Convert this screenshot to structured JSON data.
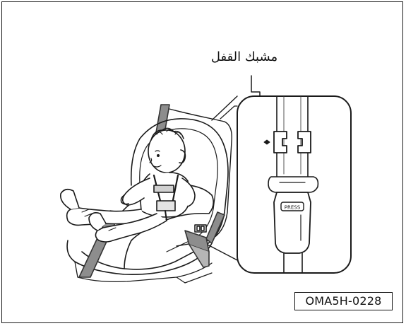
{
  "figure": {
    "callout_label": "مشبك القفل",
    "figure_code": "OMA5H-0228",
    "buckle_button_text": "PRESS"
  },
  "icons": {
    "child_seat": "child-seat-illustration",
    "lock_clip": "locking-clip-icon",
    "buckle": "seat-belt-buckle-icon"
  }
}
